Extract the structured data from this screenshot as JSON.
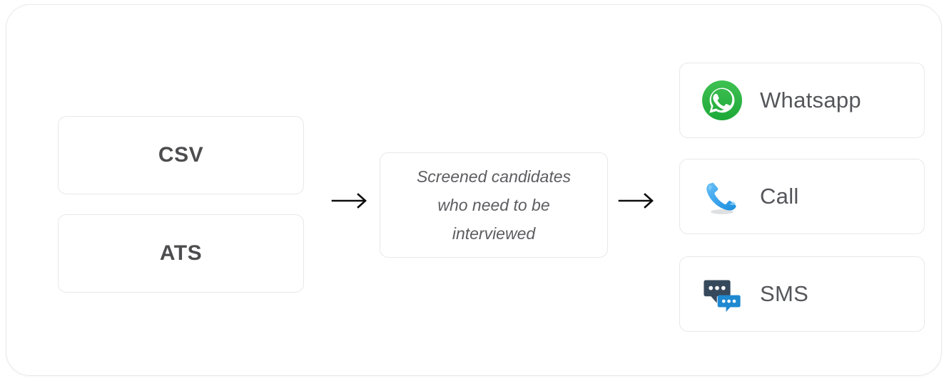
{
  "diagram": {
    "sources": [
      {
        "label": "CSV",
        "name": "csv"
      },
      {
        "label": "ATS",
        "name": "ats"
      }
    ],
    "middle": {
      "line1": "Screened candidates",
      "line2": "who need to be",
      "line3": "interviewed"
    },
    "channels": [
      {
        "label": "Whatsapp",
        "icon": "whatsapp-icon"
      },
      {
        "label": "Call",
        "icon": "phone-handset-icon"
      },
      {
        "label": "SMS",
        "icon": "speech-bubbles-icon"
      }
    ],
    "arrows": [
      {
        "name": "arrow-right-icon"
      },
      {
        "name": "arrow-right-icon"
      }
    ],
    "colors": {
      "whatsapp_green": "#25af45",
      "call_blue": "#3aa3ed",
      "sms_navy": "#36495c",
      "sms_blue": "#1e88d0",
      "text_gray": "#55565a",
      "heading_gray": "#4d4d4f",
      "border_gray": "#e8e8ea",
      "arrow_black": "#0d0d0d"
    }
  }
}
